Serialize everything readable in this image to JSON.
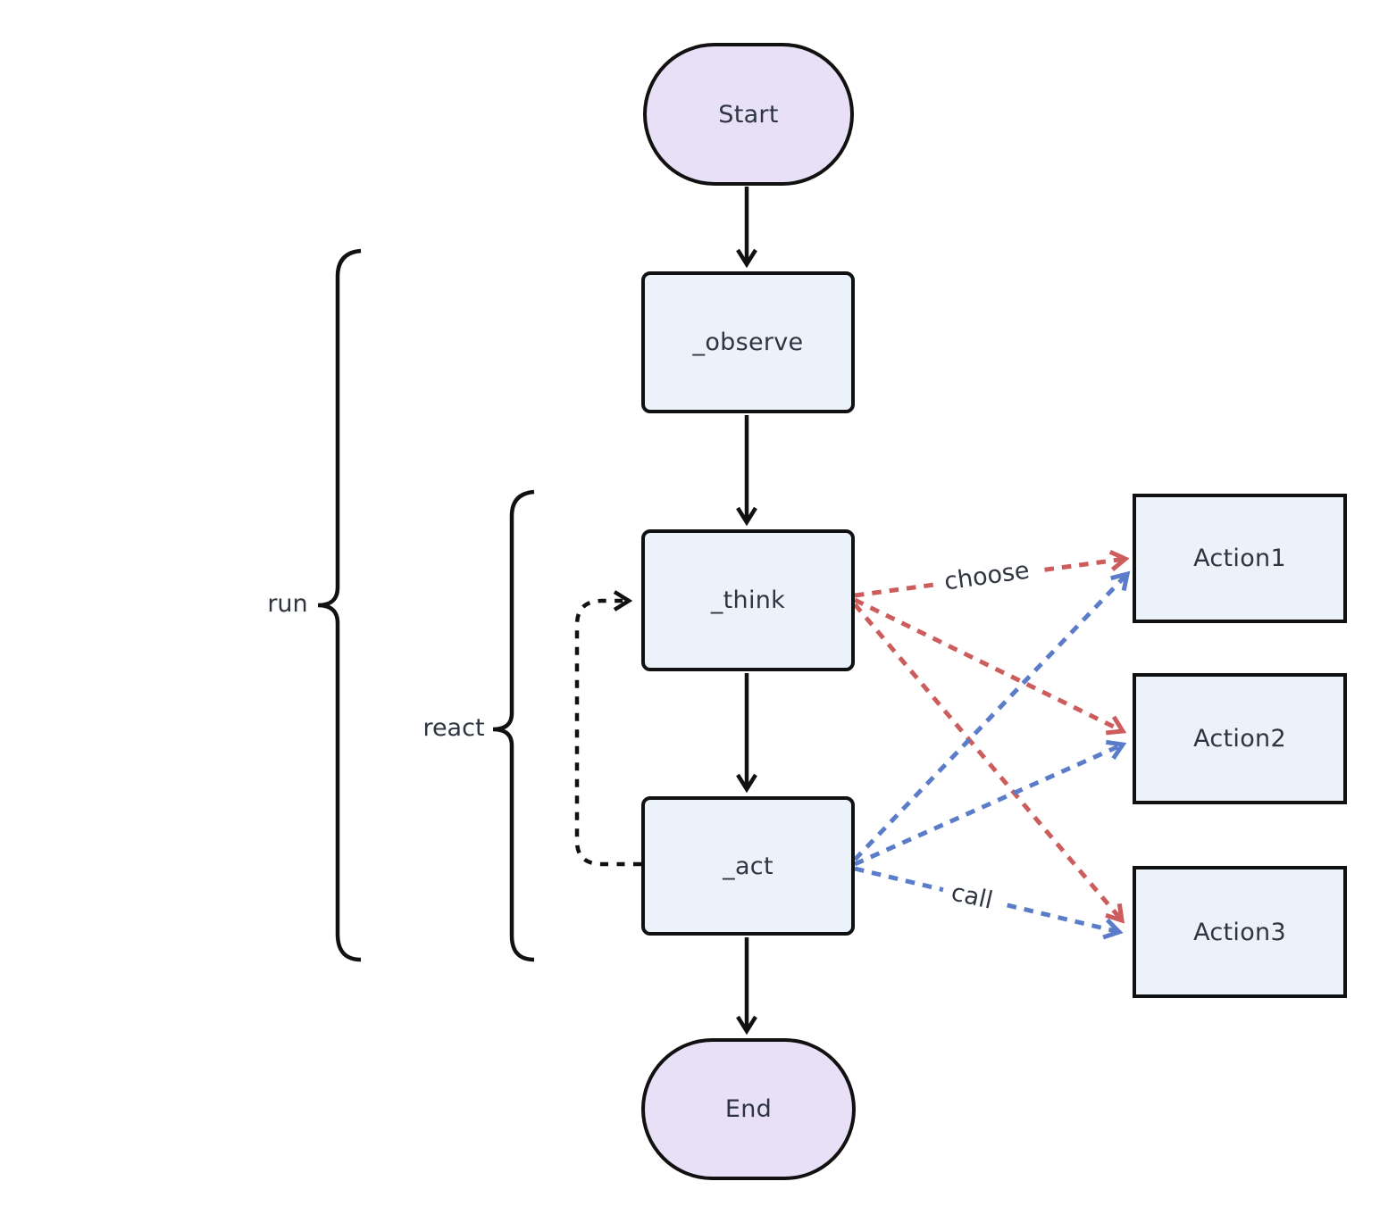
{
  "diagram": {
    "nodes": {
      "start": {
        "label": "Start",
        "shape": "stadium"
      },
      "observe": {
        "label": "_observe",
        "shape": "process"
      },
      "think": {
        "label": "_think",
        "shape": "process"
      },
      "act": {
        "label": "_act",
        "shape": "process"
      },
      "end": {
        "label": "End",
        "shape": "stadium"
      },
      "action1": {
        "label": "Action1",
        "shape": "rect"
      },
      "action2": {
        "label": "Action2",
        "shape": "rect"
      },
      "action3": {
        "label": "Action3",
        "shape": "rect"
      }
    },
    "edges": [
      {
        "from": "start",
        "to": "observe",
        "style": "solid-arrow"
      },
      {
        "from": "observe",
        "to": "think",
        "style": "solid-arrow"
      },
      {
        "from": "think",
        "to": "act",
        "style": "solid-arrow"
      },
      {
        "from": "act",
        "to": "end",
        "style": "solid-arrow"
      },
      {
        "from": "act",
        "to": "think",
        "style": "dashed-arrow-loop"
      },
      {
        "from": "think",
        "to": "action1",
        "style": "dashed-red",
        "label": "choose"
      },
      {
        "from": "think",
        "to": "action2",
        "style": "dashed-red"
      },
      {
        "from": "think",
        "to": "action3",
        "style": "dashed-red"
      },
      {
        "from": "act",
        "to": "action1",
        "style": "dashed-blue"
      },
      {
        "from": "act",
        "to": "action2",
        "style": "dashed-blue"
      },
      {
        "from": "act",
        "to": "action3",
        "style": "dashed-blue",
        "label": "call"
      }
    ],
    "edge_labels": {
      "choose": "choose",
      "call": "call"
    },
    "brace_labels": {
      "run": "run",
      "react": "react"
    },
    "colors": {
      "stadium_fill": "#e7e0f7",
      "process_fill": "#ecf2fa",
      "border": "#111111",
      "choose_edge": "#cd5c5c",
      "call_edge": "#5b7cc8",
      "text": "#2f3540"
    }
  }
}
